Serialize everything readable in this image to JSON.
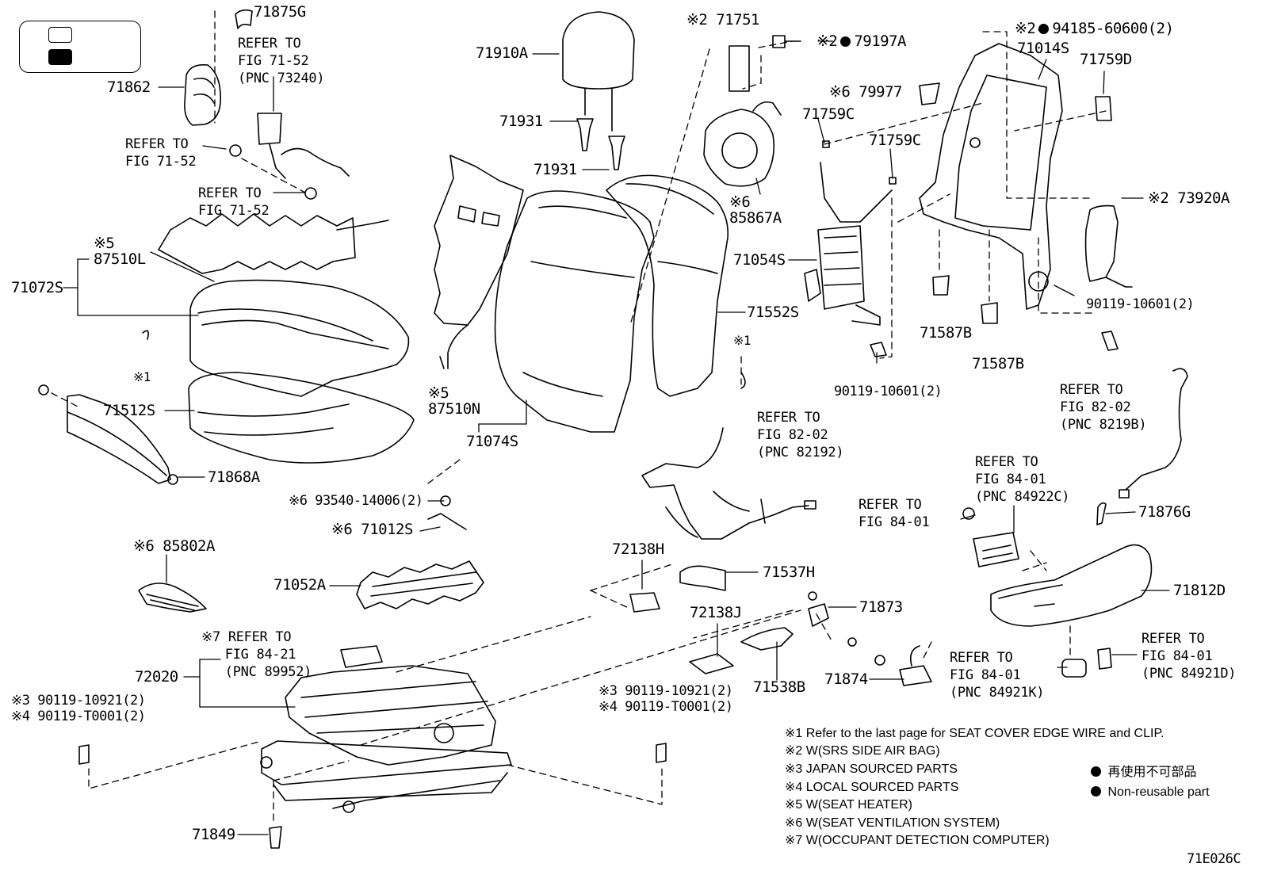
{
  "diagram_id": "71E026C",
  "labels": {
    "p71875G": "71875G",
    "p71862": "71862",
    "p71910A": "71910A",
    "p71931a": "71931",
    "p71931b": "71931",
    "p71751": "※2 71751",
    "p79197A": "79197A",
    "p79197A_pre": "※2",
    "p94185": "94185-60600(2)",
    "p94185_pre": "※2",
    "p71014S": "71014S",
    "p71759D": "71759D",
    "p79977": "※6 79977",
    "p71759C_a": "71759C",
    "p71759C_b": "71759C",
    "p85867A": "※6\n85867A",
    "p73920A": "※2 73920A",
    "p87510L": "※5\n87510L",
    "p71072S": "71072S",
    "p71054S": "71054S",
    "p71552S": "71552S",
    "p90119_a": "90119-10601(2)",
    "p90119_b": "90119-10601(2)",
    "p71587B_a": "71587B",
    "p71587B_b": "71587B",
    "p71512S": "71512S",
    "p87510N": "※5\n87510N",
    "p71074S": "71074S",
    "p71868A": "71868A",
    "p93540": "※6 93540-14006(2)",
    "p71012S": "※6 71012S",
    "p85802A": "※6 85802A",
    "p71052A": "71052A",
    "p72138H": "72138H",
    "p71537H": "71537H",
    "p72138J": "72138J",
    "p71873": "71873",
    "p71538B": "71538B",
    "p71874": "71874",
    "p71876G": "71876G",
    "p71812D": "71812D",
    "p72020": "72020",
    "p90119_10921_l": "※3 90119-10921(2)",
    "p90119_T0001_l": "※4 90119-T0001(2)",
    "p90119_10921_m": "※3 90119-10921(2)",
    "p90119_T0001_m": "※4 90119-T0001(2)",
    "p71849": "71849",
    "star1_a": "※1",
    "star1_b": "※1"
  },
  "refs": {
    "r1": "REFER TO\nFIG 71-52\n(PNC 73240)",
    "r2": "REFER TO\nFIG 71-52",
    "r3": "REFER TO\nFIG 71-52",
    "r4": "REFER TO\nFIG 82-02\n(PNC 82192)",
    "r5": "REFER TO\nFIG 82-02\n(PNC 8219B)",
    "r6": "REFER TO\nFIG 84-01\n(PNC 84922C)",
    "r7": "REFER TO\nFIG 84-01",
    "r8": "※7 REFER TO\n   FIG 84-21\n   (PNC 89952)",
    "r9": "REFER TO\nFIG 84-01\n(PNC 84921K)",
    "r10": "REFER TO\nFIG 84-01\n(PNC 84921D)"
  },
  "notes": [
    "※1  Refer to the last page for SEAT COVER EDGE WIRE and CLIP.",
    "※2  W(SRS SIDE AIR BAG)",
    "※3  JAPAN SOURCED PARTS",
    "※4  LOCAL SOURCED PARTS",
    "※5  W(SEAT HEATER)",
    "※6  W(SEAT VENTILATION SYSTEM)",
    "※7  W(OCCUPANT DETECTION COMPUTER)"
  ],
  "legend": {
    "reusable_jp": "再使用不可部品",
    "nonreusable_en": "Non-reusable part"
  }
}
